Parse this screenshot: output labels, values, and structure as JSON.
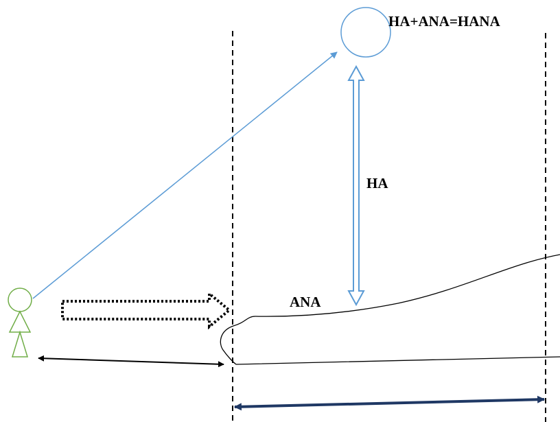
{
  "labels": {
    "equation": "HA+ANA=HANA",
    "ha": "HA",
    "ana": "ANA"
  },
  "colors": {
    "figure": "#70ad47",
    "sight_line": "#5b9bd5",
    "ha_arrow": "#5b9bd5",
    "dashed_lines": "#000000",
    "ground_arrow": "#000000",
    "horizontal_arrow": "#1f3864",
    "outline": "#000000"
  }
}
